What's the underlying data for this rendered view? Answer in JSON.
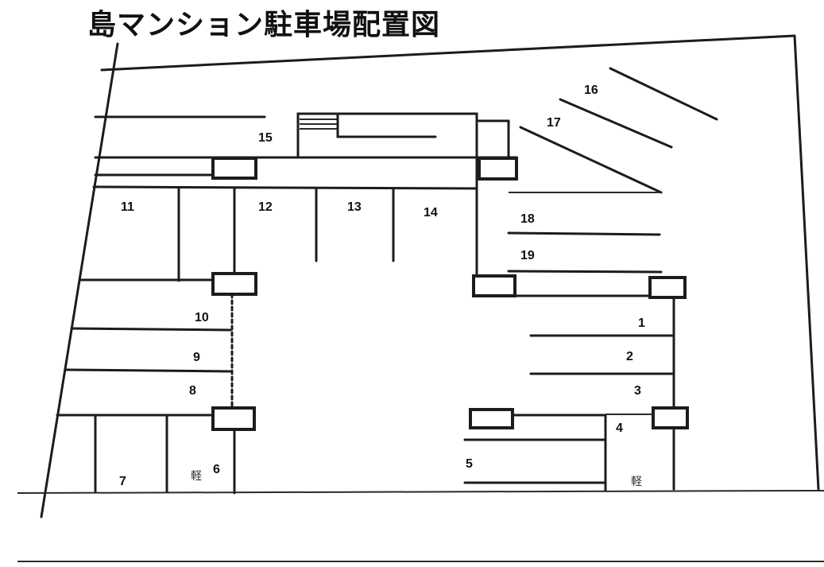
{
  "title": "島マンション駐車場配置図",
  "spaces": {
    "s1": "1",
    "s2": "2",
    "s3": "3",
    "s4": "4",
    "s5": "5",
    "s6": "6",
    "s7": "7",
    "s8": "8",
    "s9": "9",
    "s10": "10",
    "s11": "11",
    "s12": "12",
    "s13": "13",
    "s14": "14",
    "s15": "15",
    "s16": "16",
    "s17": "17",
    "s18": "18",
    "s19": "19"
  },
  "kei_label": "軽"
}
